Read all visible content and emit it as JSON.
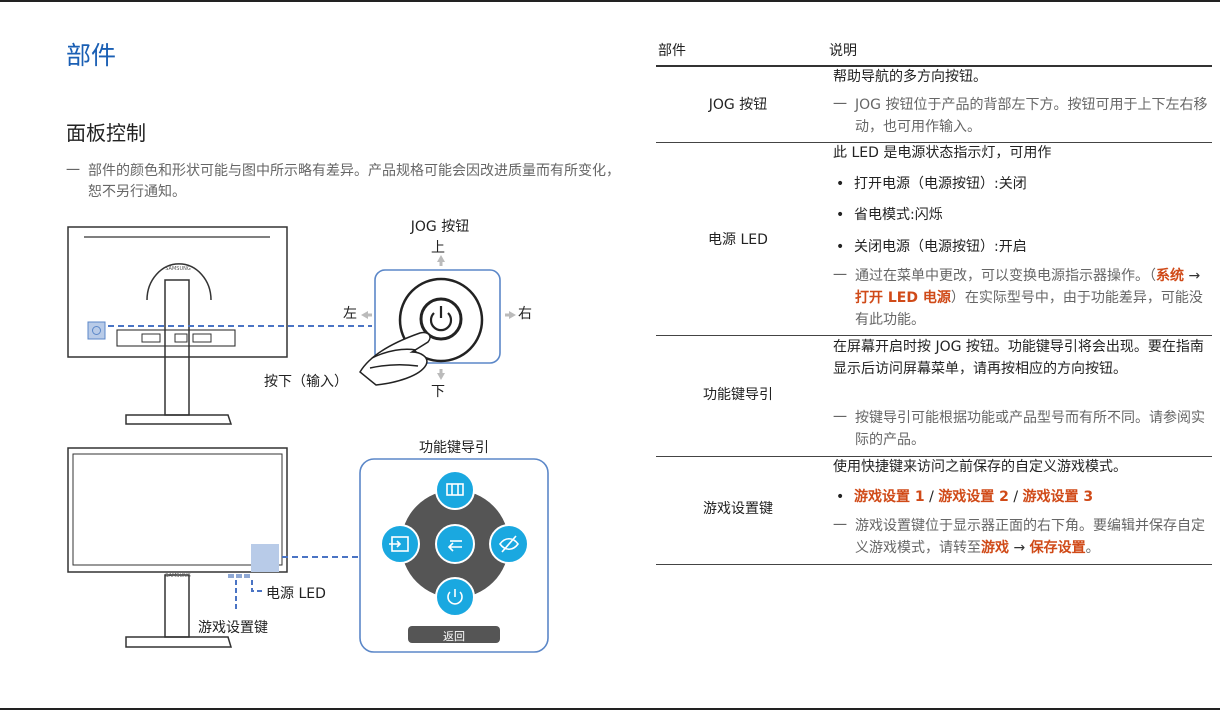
{
  "page": {
    "title": "部件",
    "subtitle": "面板控制",
    "note": "部件的颜色和形状可能与图中所示略有差异。产品规格可能会因改进质量而有所变化，恕不另行通知。",
    "note_dash": "一"
  },
  "figure1": {
    "title": "JOG 按钮",
    "up": "上",
    "down": "下",
    "left": "左",
    "right": "右",
    "press": "按下（输入）"
  },
  "figure2": {
    "title": "功能键导引",
    "return_label": "返回",
    "power_led": "电源 LED",
    "game_key": "游戏设置键"
  },
  "table": {
    "header_component": "部件",
    "header_description": "说明",
    "rows": [
      {
        "component": "JOG 按钮",
        "desc": "帮助导航的多方向按钮。",
        "note": "JOG 按钮位于产品的背部左下方。按钮可用于上下左右移动，也可用作输入。"
      },
      {
        "component": "电源 LED",
        "desc": "此 LED 是电源状态指示灯，可用作",
        "bullets": [
          "打开电源（电源按钮）:关闭",
          "省电模式:闪烁",
          "关闭电源（电源按钮）:开启"
        ],
        "note_pre": "通过在菜单中更改，可以变换电源指示器操作。（",
        "note_hl1": "系统",
        "note_arrow": " → ",
        "note_hl2": "打开 LED 电源",
        "note_post": "）在实际型号中，由于功能差异，可能没有此功能。"
      },
      {
        "component": "功能键导引",
        "desc": "在屏幕开启时按 JOG 按钮。功能键导引将会出现。要在指南显示后访问屏幕菜单，请再按相应的方向按钮。",
        "note": "按键导引可能根据功能或产品型号而有所不同。请参阅实际的产品。"
      },
      {
        "component": "游戏设置键",
        "desc": "使用快捷键来访问之前保存的自定义游戏模式。",
        "bullet_items": [
          "游戏设置 1",
          "游戏设置 2",
          "游戏设置 3"
        ],
        "bullet_sep": " / ",
        "note_pre": "游戏设置键位于显示器正面的右下角。要编辑并保存自定义游戏模式，请转至",
        "note_hl1": "游戏",
        "note_arrow": " → ",
        "note_hl2": "保存设置",
        "note_post": "。"
      }
    ]
  },
  "colors": {
    "title_blue": "#1a5fb4",
    "highlight_orange": "#d04a18",
    "panel_blue": "#5b87c8",
    "nav_dark": "#555555",
    "nav_accent": "#1aa8e0",
    "led_fill": "#b8cbe8"
  }
}
